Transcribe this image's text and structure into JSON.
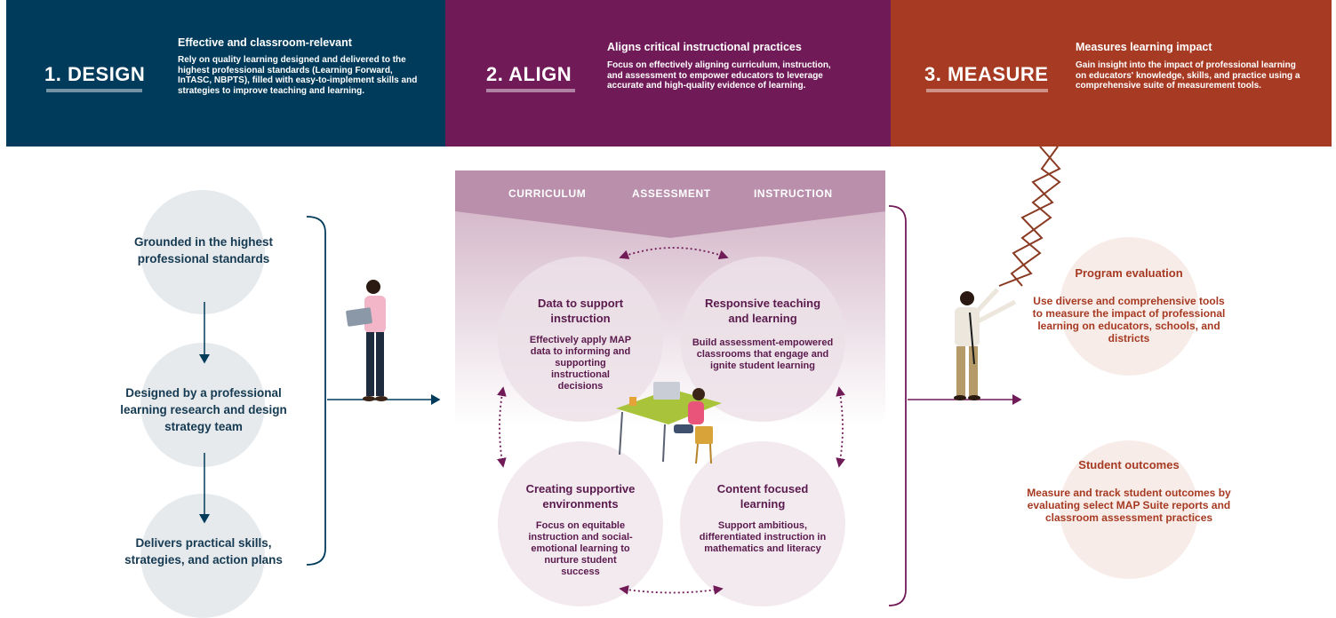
{
  "header": {
    "design": {
      "number": "1. DESIGN",
      "title": "Effective and classroom-relevant",
      "body": "Rely on quality learning designed and delivered to the highest professional standards (Learning Forward, InTASC, NBPTS), filled with easy-to-implement skills and strategies to improve teaching and learning.",
      "color": "#003b5b"
    },
    "align": {
      "number": "2. ALIGN",
      "title": "Aligns critical instructional practices",
      "body": "Focus on effectively aligning curriculum, instruction, and assessment to empower educators to leverage accurate and high-quality evidence of learning.",
      "color": "#701a58"
    },
    "measure": {
      "number": "3. MEASURE",
      "title": "Measures learning impact",
      "body": "Gain insight into the impact of professional learning on educators' knowledge, skills, and practice using a comprehensive suite of measurement tools.",
      "color": "#a63a23"
    }
  },
  "design_steps": [
    {
      "label": "Grounded in the highest professional standards"
    },
    {
      "label": "Designed by a professional learning research and design strategy team"
    },
    {
      "label": "Delivers practical skills, strategies, and action plans"
    }
  ],
  "align_tabs": [
    "CURRICULUM",
    "ASSESSMENT",
    "INSTRUCTION"
  ],
  "align_circles": [
    {
      "title": "Data to support instruction",
      "body": "Effectively apply MAP data to informing and supporting instructional decisions"
    },
    {
      "title": "Responsive teaching and learning",
      "body": "Build assessment-empowered classrooms that engage and ignite student learning"
    },
    {
      "title": "Creating supportive environments",
      "body": "Focus on equitable instruction and social-emotional learning to nurture student success"
    },
    {
      "title": "Content focused learning",
      "body": "Support ambitious, differentiated instruction in mathematics and literacy"
    }
  ],
  "measure_outcomes": [
    {
      "title": "Program evaluation",
      "body": "Use diverse and comprehensive tools to measure the impact of professional learning on educators, schools, and districts"
    },
    {
      "title": "Student outcomes",
      "body": "Measure and track student outcomes by evaluating select MAP Suite reports and classroom assessment practices"
    }
  ],
  "colors": {
    "navy": "#003b5b",
    "plum": "#701a58",
    "rust": "#a63a23",
    "light_grey_circle": "#e6eaed",
    "plum_light": "#f1e6ee",
    "rust_light": "#f7e9e5"
  }
}
